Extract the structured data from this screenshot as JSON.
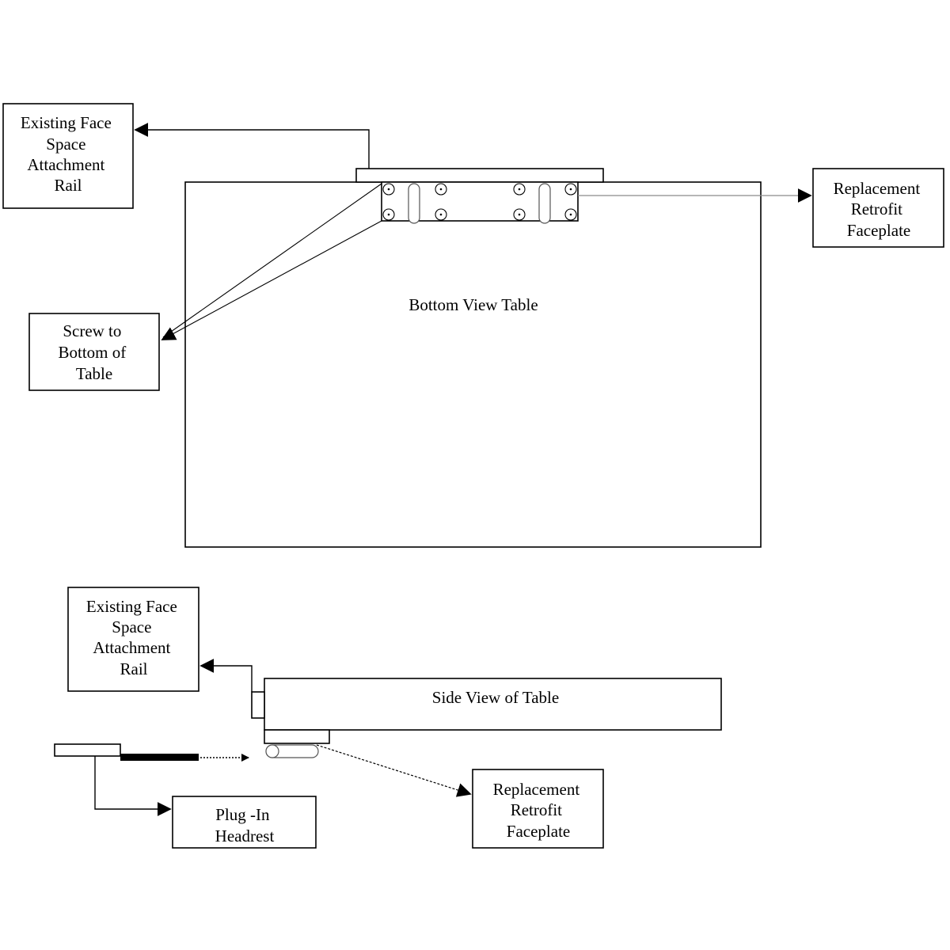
{
  "bottom_view": {
    "table_label": "Bottom View Table",
    "rail_label": [
      "Existing Face",
      "Space",
      "Attachment",
      "Rail"
    ],
    "faceplate_label": [
      "Replacement",
      "Retrofit",
      "Faceplate"
    ],
    "screw_label": [
      "Screw to",
      "Bottom of",
      "Table"
    ]
  },
  "side_view": {
    "table_label": "Side View of Table",
    "rail_label": [
      "Existing Face",
      "Space",
      "Attachment",
      "Rail"
    ],
    "faceplate_label": [
      "Replacement",
      "Retrofit",
      "Faceplate"
    ],
    "headrest_label": [
      "Plug -In",
      "Headrest"
    ]
  }
}
